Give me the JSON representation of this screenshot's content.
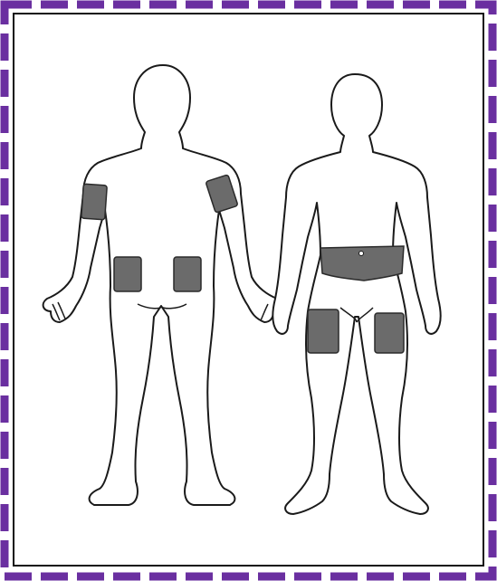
{
  "colors": {
    "frame_accent": "#6a2fa0",
    "frame_gap": "#ffffff",
    "panel_border": "#111111",
    "body_outline": "#1a1a1a",
    "body_fill": "#ffffff",
    "injection_site_fill": "#6b6b6b",
    "injection_site_stroke": "#2a2a2a"
  },
  "figures": [
    {
      "id": "back-view",
      "injection_sites": [
        "upper-arm-left",
        "upper-arm-right",
        "buttock-left",
        "buttock-right"
      ]
    },
    {
      "id": "front-view",
      "injection_sites": [
        "abdomen",
        "thigh-left",
        "thigh-right"
      ]
    }
  ]
}
